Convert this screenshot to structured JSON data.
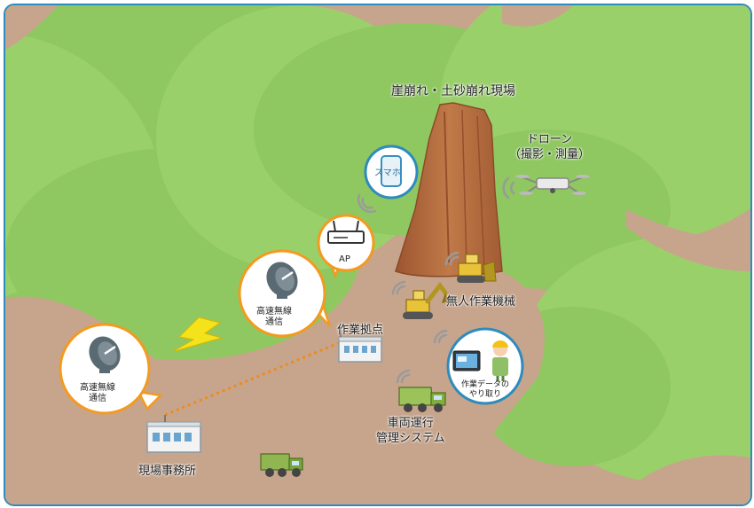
{
  "labels": {
    "site": "崖崩れ・土砂崩れ現場",
    "drone_line1": "ドローン",
    "drone_line2": "（撮影・測量）",
    "smartphone": "スマホ",
    "ap": "AP",
    "machine": "無人作業機械",
    "base": "作業拠点",
    "radio_link_1_line1": "高速無線",
    "radio_link_1_line2": "通信",
    "radio_link_2_line1": "高速無線",
    "radio_link_2_line2": "通信",
    "data_exchange_line1": "作業データの",
    "data_exchange_line2": "やり取り",
    "vehicle_line1": "車両運行",
    "vehicle_line2": "管理システム",
    "office": "現場事務所"
  },
  "colors": {
    "frame": "#2e8bbd",
    "ground": "#c7a58c",
    "forest": "#8fc760",
    "forest_light": "#a4d675",
    "cliff": "#b5673a",
    "bubble_border": "#f39a1f",
    "signal": "#9a9a9a",
    "link": "#ef8a1c",
    "lightning": "#f4e21a"
  },
  "icons": [
    "parabolic-antenna-icon",
    "router-icon",
    "smartphone-icon",
    "drone-icon",
    "excavator-icon",
    "bulldozer-icon",
    "dump-truck-icon",
    "worker-icon",
    "tablet-icon",
    "building-icon",
    "lightning-icon",
    "signal-icon"
  ]
}
